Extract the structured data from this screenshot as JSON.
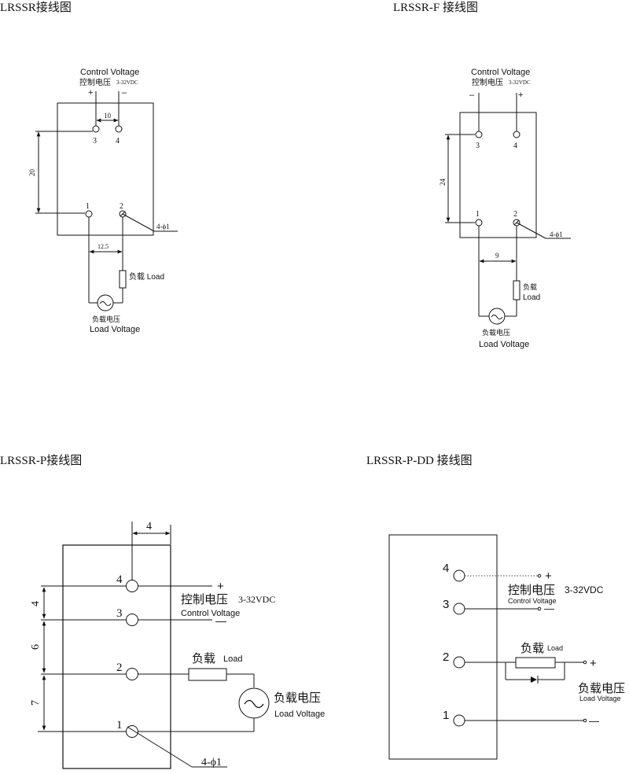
{
  "d1": {
    "title": "LRSSR接线图",
    "control_en": "Control Voltage",
    "control_cn": "控制电压",
    "control_range": "3-32VDC",
    "plus": "+",
    "minus": "–",
    "dim_h": "10",
    "dim_v": "20",
    "dim_load": "12.5",
    "t3": "3",
    "t4": "4",
    "t1": "1",
    "t2": "2",
    "hole": "4-ϕ1",
    "load": "负载 Load",
    "lv_cn": "负载电压",
    "lv_en": "Load Voltage"
  },
  "d2": {
    "title": "LRSSR-F  接线图",
    "control_en": "Control Voltage",
    "control_cn": "控制电压",
    "control_range": "3-32VDC",
    "minus": "–",
    "plus": "+",
    "dim_v": "24",
    "dim_load": "9",
    "t3": "3",
    "t4": "4",
    "t1": "1",
    "t2": "2",
    "hole": "4-ϕ1",
    "load_cn": "负载",
    "load_en": "Load",
    "lv_cn": "负载电压",
    "lv_en": "Load Voltage"
  },
  "d3": {
    "title": "LRSSR-P接线图",
    "dim_top": "4",
    "dim_a": "4",
    "dim_b": "6",
    "dim_c": "7",
    "t4": "4",
    "t3": "3",
    "t2": "2",
    "t1": "1",
    "plus": "+",
    "minus": "—",
    "control_cn": "控制电压",
    "control_range": "3-32VDC",
    "control_en": "Control Voltage",
    "load_cn": "负载",
    "load_en": "Load",
    "lv_cn": "负载电压",
    "lv_en": "Load Voltage",
    "hole": "4-ϕ1"
  },
  "d4": {
    "title": "LRSSR-P-DD  接线图",
    "t4": "4",
    "t3": "3",
    "t2": "2",
    "t1": "1",
    "plus": "+",
    "minus": "—",
    "control_cn": "控制电压",
    "control_range": "3-32VDC",
    "control_en": "Control Voltage",
    "load_cn": "负载",
    "load_en": "Load",
    "plus2": "+",
    "minus2": "—",
    "lv_cn": "负载电压",
    "lv_en": "Load Voltage"
  }
}
